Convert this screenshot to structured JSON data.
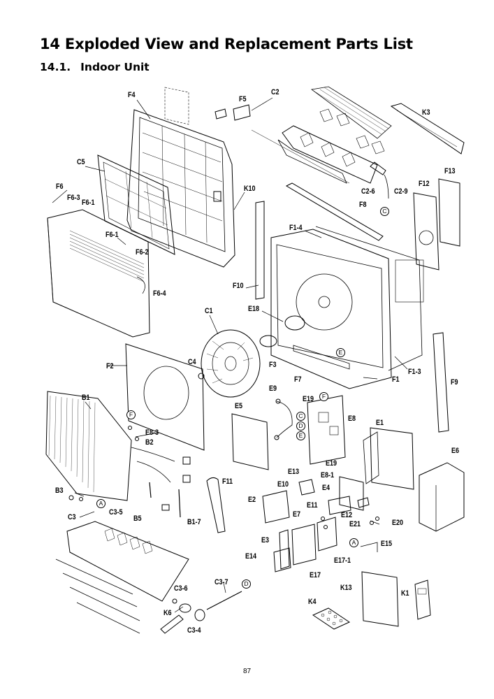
{
  "heading": "14 Exploded View and Replacement Parts List",
  "subheading": {
    "number": "14.1.",
    "title": "Indoor Unit"
  },
  "page_number": "87",
  "labels": {
    "F4": "F4",
    "F5": "F5",
    "C2": "C2",
    "K3": "K3",
    "C5": "C5",
    "F13": "F13",
    "F6": "F6",
    "F6_3": "F6-3",
    "F6_1a": "F6-1",
    "K10": "K10",
    "C2_6": "C2-6",
    "C2_9": "C2-9",
    "F12": "F12",
    "F8": "F8",
    "F1_4": "F1-4",
    "F6_1b": "F6-1",
    "F6_2": "F6-2",
    "F10": "F10",
    "F6_4": "F6-4",
    "E18": "E18",
    "C1": "C1",
    "F2": "F2",
    "C4": "C4",
    "F3": "F3",
    "F7": "F7",
    "F1": "F1",
    "F1_3": "F1-3",
    "F9": "F9",
    "E9": "E9",
    "E19a": "E19",
    "B1": "B1",
    "E5": "E5",
    "E8": "E8",
    "E1": "E1",
    "E8_3": "E8-3",
    "B2": "B2",
    "E6": "E6",
    "E13": "E13",
    "E19b": "E19",
    "E8_1": "E8-1",
    "F11": "F11",
    "E10": "E10",
    "E4": "E4",
    "B3": "B3",
    "E2": "E2",
    "E11": "E11",
    "C3_5": "C3-5",
    "E7": "E7",
    "E12": "E12",
    "C3": "C3",
    "B5": "B5",
    "B1_7": "B1-7",
    "E21": "E21",
    "E20": "E20",
    "E3": "E3",
    "E15": "E15",
    "E14": "E14",
    "E17_1": "E17-1",
    "E17": "E17",
    "C3_6": "C3-6",
    "C3_7": "C3-7",
    "K13": "K13",
    "K1": "K1",
    "K4": "K4",
    "K6": "K6",
    "C3_4": "C3-4"
  },
  "callouts": {
    "c_C": "C",
    "c_E1": "E",
    "c_F1": "F",
    "c_C2": "C",
    "c_D1": "D",
    "c_E2": "E",
    "c_F2": "F",
    "c_A1": "A",
    "c_A2": "A",
    "c_D2": "D"
  }
}
